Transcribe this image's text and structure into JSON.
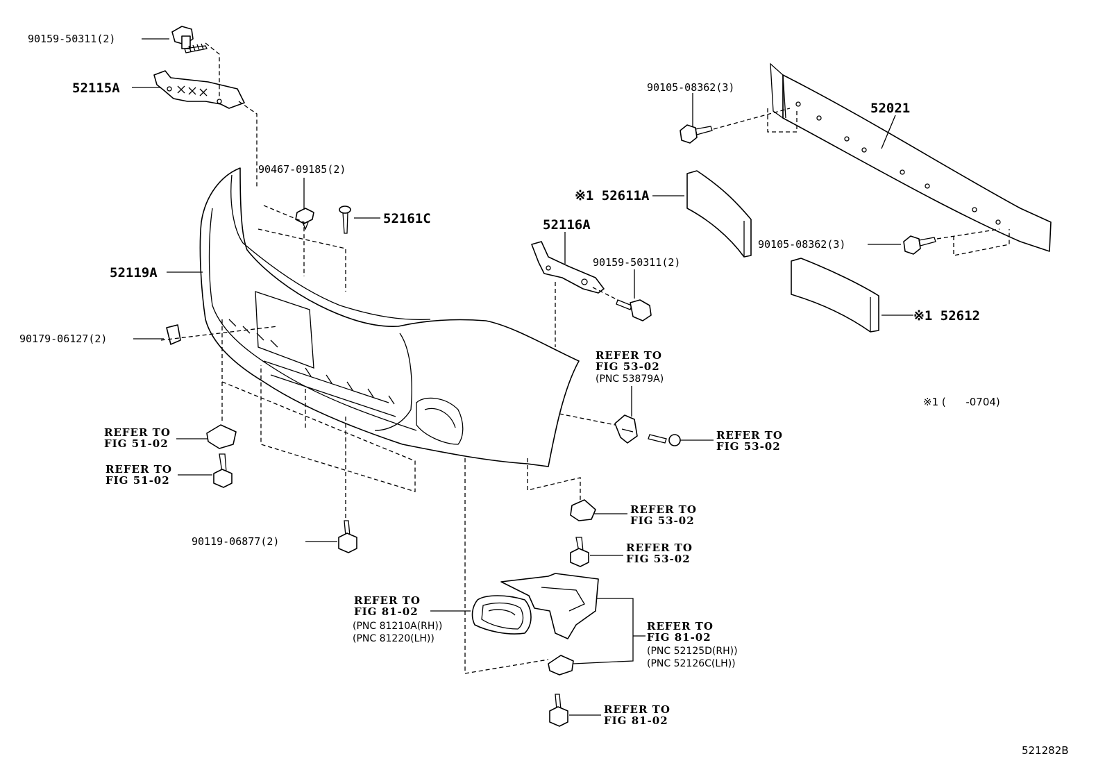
{
  "diagram": {
    "labels": {
      "p90159_top": "90159-50311(2)",
      "p52115A": "52115A",
      "p90467": "90467-09185(2)",
      "p52161C": "52161C",
      "p52119A": "52119A",
      "p90179": "90179-06127(2)",
      "p90105_top": "90105-08362(3)",
      "p52021": "52021",
      "p52611A": "※1 52611A",
      "p52116A": "52116A",
      "p90159_mid": "90159-50311(2)",
      "p90105_bot": "90105-08362(3)",
      "p52612": "※1 52612",
      "p90119": "90119-06877(2)"
    },
    "refs": {
      "r5302_a": [
        "REFER TO",
        "FIG 53-02",
        "(PNC 53879A)"
      ],
      "r5302_b": [
        "REFER TO",
        "FIG 53-02"
      ],
      "r5102_a": [
        "REFER TO",
        "FIG 51-02"
      ],
      "r5102_b": [
        "REFER TO",
        "FIG 51-02"
      ],
      "r5302_c": [
        "REFER TO",
        "FIG 53-02"
      ],
      "r5302_d": [
        "REFER TO",
        "FIG 53-02"
      ],
      "r8102_a": [
        "REFER TO",
        "FIG 81-02",
        "(PNC 81210A(RH))",
        "(PNC 81220(LH))"
      ],
      "r8102_b": [
        "REFER TO",
        "FIG 81-02",
        "(PNC 52125D(RH))",
        "(PNC 52126C(LH))"
      ],
      "r8102_c": [
        "REFER TO",
        "FIG 81-02"
      ]
    },
    "note": "※1 (      -0704)",
    "figure_id": "521282B"
  }
}
